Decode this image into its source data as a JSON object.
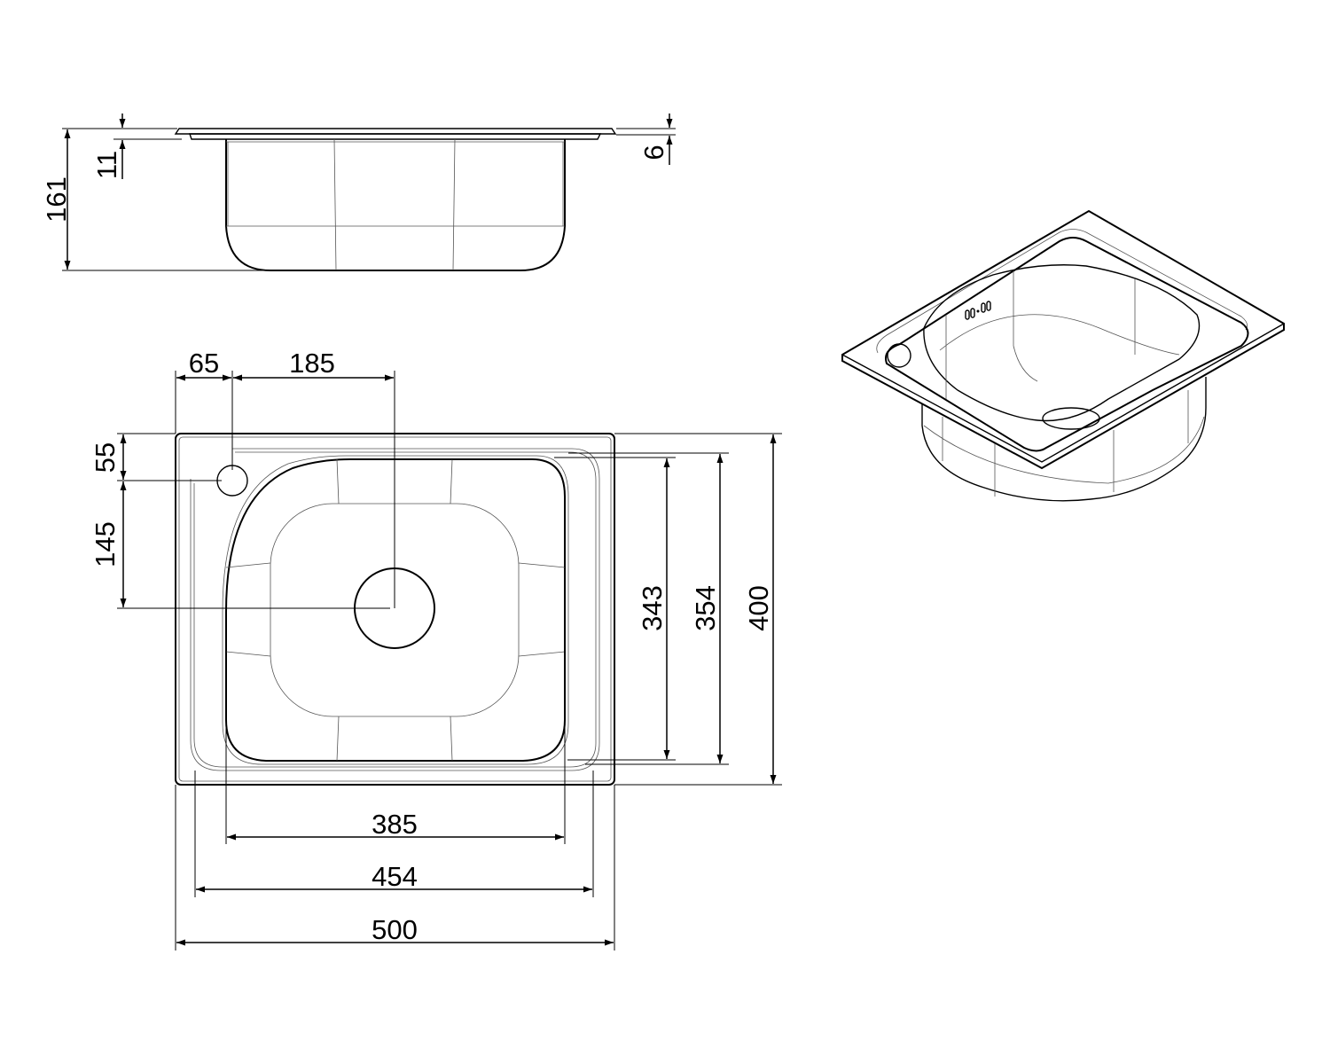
{
  "drawing": {
    "side_view": {
      "height_total": "161",
      "flange_offset": "11",
      "flange_thickness": "6"
    },
    "top_view": {
      "tap_hole_x": "65",
      "drain_x": "185",
      "tap_hole_y": "55",
      "drain_y": "145",
      "bowl_depth_inner": "343",
      "bowl_depth_outer": "354",
      "overall_depth": "400",
      "bowl_width_inner": "385",
      "bowl_width_outer": "454",
      "overall_width": "500"
    }
  },
  "colors": {
    "line": "#000000",
    "background": "#ffffff"
  }
}
